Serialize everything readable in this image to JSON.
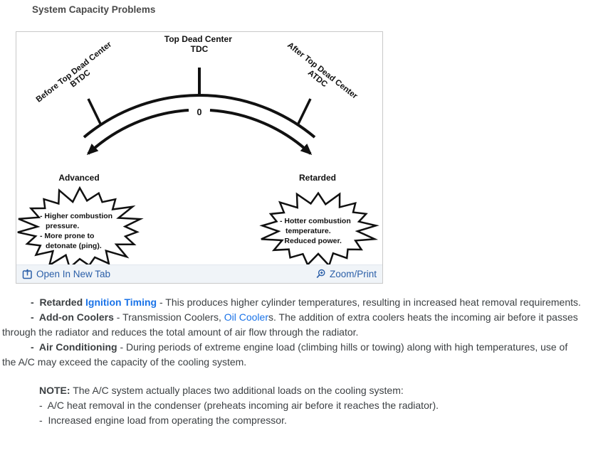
{
  "page": {
    "title": "System Capacity Problems"
  },
  "colors": {
    "body_link": "#1a73e8",
    "footer_link": "#2b5fa8",
    "text": "#3c4043",
    "footer_bg": "#f0f4f8"
  },
  "diagram": {
    "tdc": {
      "line1": "Top Dead Center",
      "line2": "TDC"
    },
    "btdc": {
      "line1": "Before Top Dead Center",
      "line2": "BTDC"
    },
    "atdc": {
      "line1": "After Top Dead Center",
      "line2": "ATDC"
    },
    "zero": "0",
    "advanced_label": "Advanced",
    "retarded_label": "Retarded",
    "advanced_bubble": [
      "- Higher combustion",
      "pressure.",
      "- More prone to",
      "detonate (ping)."
    ],
    "retarded_bubble": [
      "- Hotter combustion",
      "temperature.",
      "- Reduced power."
    ],
    "footer": {
      "open_label": "Open In New Tab",
      "open_icon": "open-in-new-tab-icon",
      "zoom_label": "Zoom/Print",
      "zoom_icon": "zoom-magnifier-icon"
    }
  },
  "body": {
    "paragraphs": [
      {
        "lead": "-  Retarded ",
        "mid": "",
        "link": "Ignition Timing",
        "rest": " - This produces higher cylinder temperatures, resulting in increased heat removal requirements."
      },
      {
        "lead": "-  Add-on Coolers",
        "mid": " - Transmission Coolers, ",
        "link": "Oil Cooler",
        "rest": "s. The addition of extra coolers heats the incoming air before it passes through the radiator and reduces the total amount of air flow through the radiator."
      },
      {
        "lead": "-  Air Conditioning",
        "mid": " - During periods of extreme engine load (climbing hills or towing) along with high temperatures, use of the A/C may exceed the capacity of the cooling system.",
        "link": "",
        "rest": ""
      }
    ],
    "note": {
      "label": "NOTE:",
      "text": " The A/C system actually places two additional loads on the cooling system:",
      "items": [
        "-  A/C heat removal in the condenser (preheats incoming air before it reaches the radiator).",
        "-  Increased engine load from operating the compressor."
      ]
    }
  }
}
